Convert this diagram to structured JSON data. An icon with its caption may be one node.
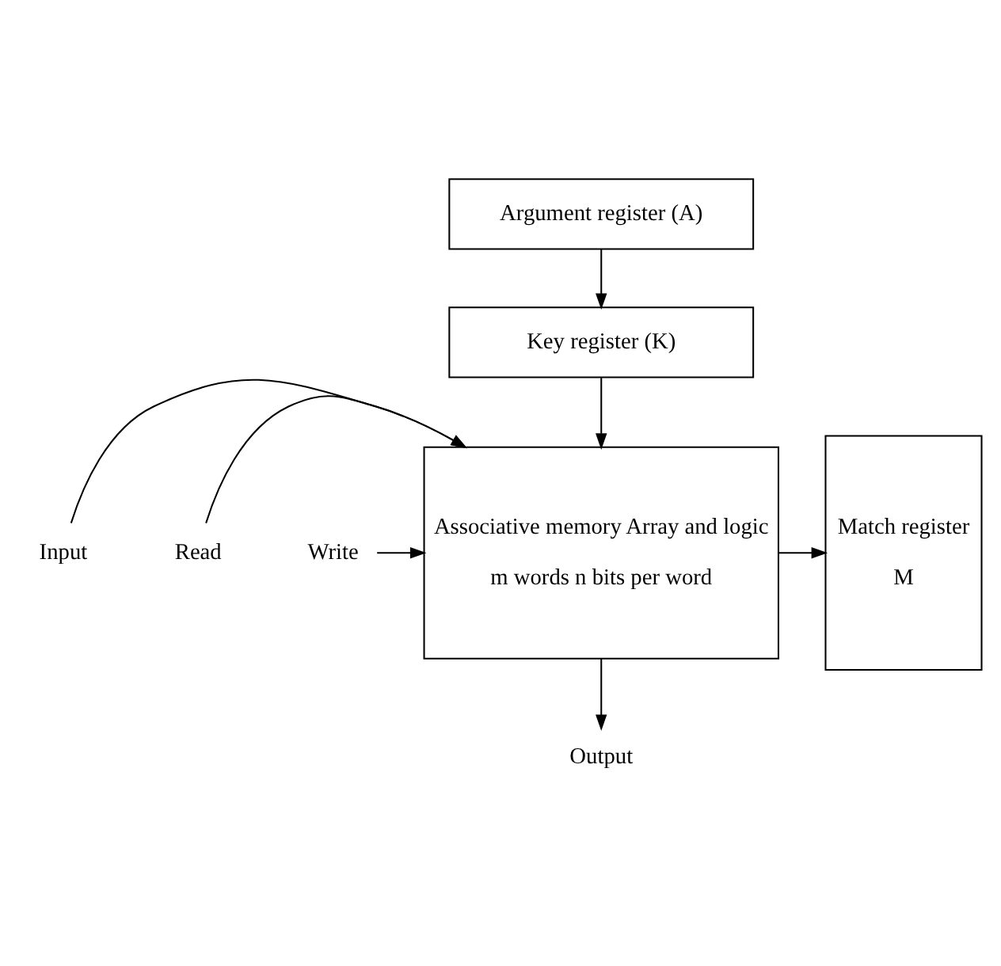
{
  "diagram": {
    "nodes": [
      {
        "text": [
          "Argument register (A)"
        ]
      },
      {
        "text": [
          "Key register (K)"
        ]
      },
      {
        "text": [
          "Associative memory Array and logic",
          "m words n bits per word"
        ]
      },
      {
        "text": [
          "Match register",
          "M"
        ]
      },
      {
        "text": [
          "Input"
        ]
      },
      {
        "text": [
          "Read"
        ]
      },
      {
        "text": [
          "Write"
        ]
      },
      {
        "text": [
          "Output"
        ]
      }
    ],
    "edges": [
      {
        "from": 0,
        "to": 1,
        "arrow": "to"
      },
      {
        "from": 1,
        "to": 2,
        "arrow": "to"
      },
      {
        "from": 4,
        "to": 2,
        "arrow": "to"
      },
      {
        "from": 5,
        "to": 2,
        "arrow": "to"
      },
      {
        "from": 6,
        "to": 2,
        "arrow": "to"
      },
      {
        "from": 2,
        "to": 3,
        "arrow": "to"
      },
      {
        "from": 2,
        "to": 7,
        "arrow": "to"
      }
    ]
  }
}
